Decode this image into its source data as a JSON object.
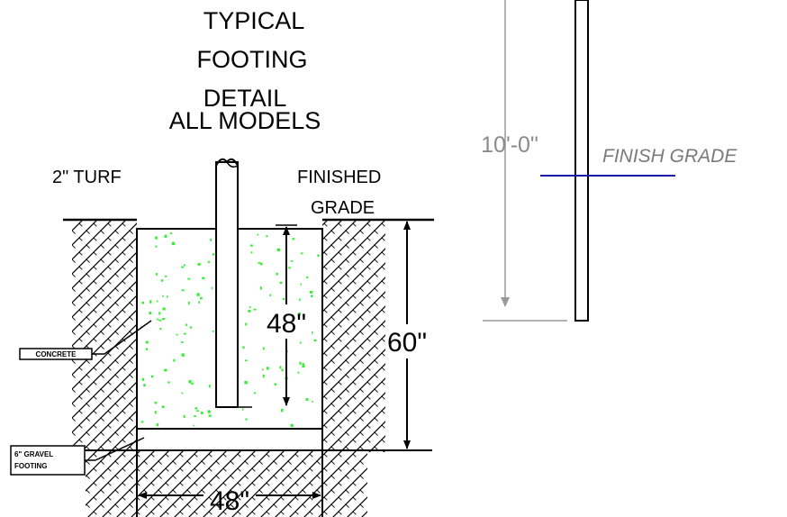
{
  "title": {
    "line1": "TYPICAL",
    "line2": "FOOTING",
    "line3": "DETAIL",
    "line4": "ALL MODELS"
  },
  "labels": {
    "turf": "2\" TURF",
    "finished_grade_1": "FINISHED",
    "finished_grade_2": "GRADE",
    "concrete": "CONCRETE",
    "gravel_1": "6\" GRAVEL",
    "gravel_2": "FOOTING"
  },
  "dimensions": {
    "embed_depth": "48\"",
    "total_depth": "60\"",
    "width": "48\"",
    "height": "10'-0\""
  },
  "elevation": {
    "finish_grade": "FINISH GRADE"
  },
  "colors": {
    "line": "#000000",
    "concrete_speckle": "#33ee33",
    "grade_line": "#1a1aaa",
    "dim_grey": "#8a8a8a"
  }
}
